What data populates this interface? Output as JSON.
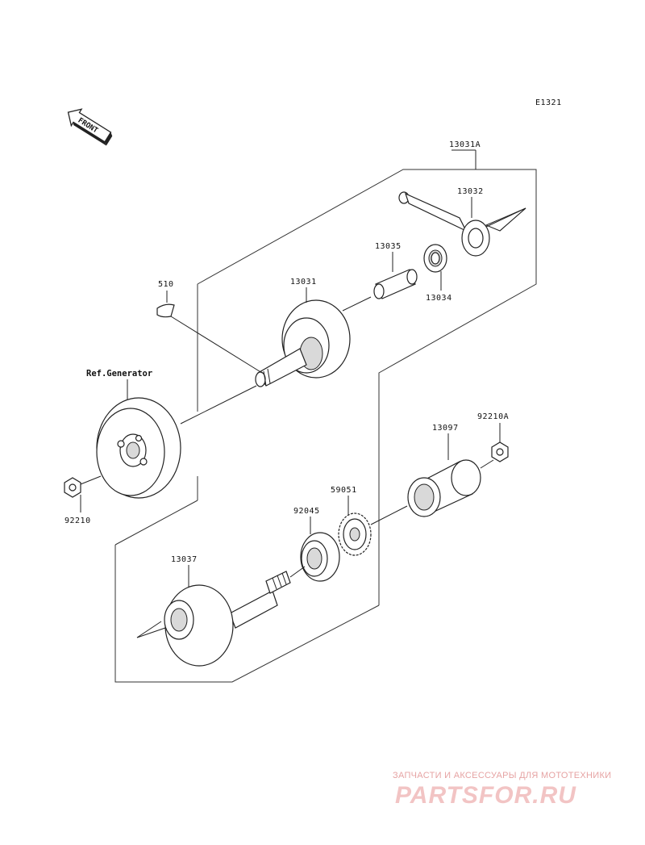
{
  "diagram_code": "E1321",
  "front_label": "FRONT",
  "labels": {
    "p13031A": "13031A",
    "p13032": "13032",
    "p13035": "13035",
    "p13034": "13034",
    "p13031": "13031",
    "p510": "510",
    "ref_generator": "Ref.Generator",
    "p92210": "92210",
    "p92210A": "92210A",
    "p13097": "13097",
    "p59051": "59051",
    "p92045": "92045",
    "p13037": "13037"
  },
  "watermark": {
    "tagline": "ЗАПЧАСТИ И АКСЕССУАРЫ ДЛЯ МОТОТЕХНИКИ",
    "brand": "PARTSFOR.RU"
  }
}
